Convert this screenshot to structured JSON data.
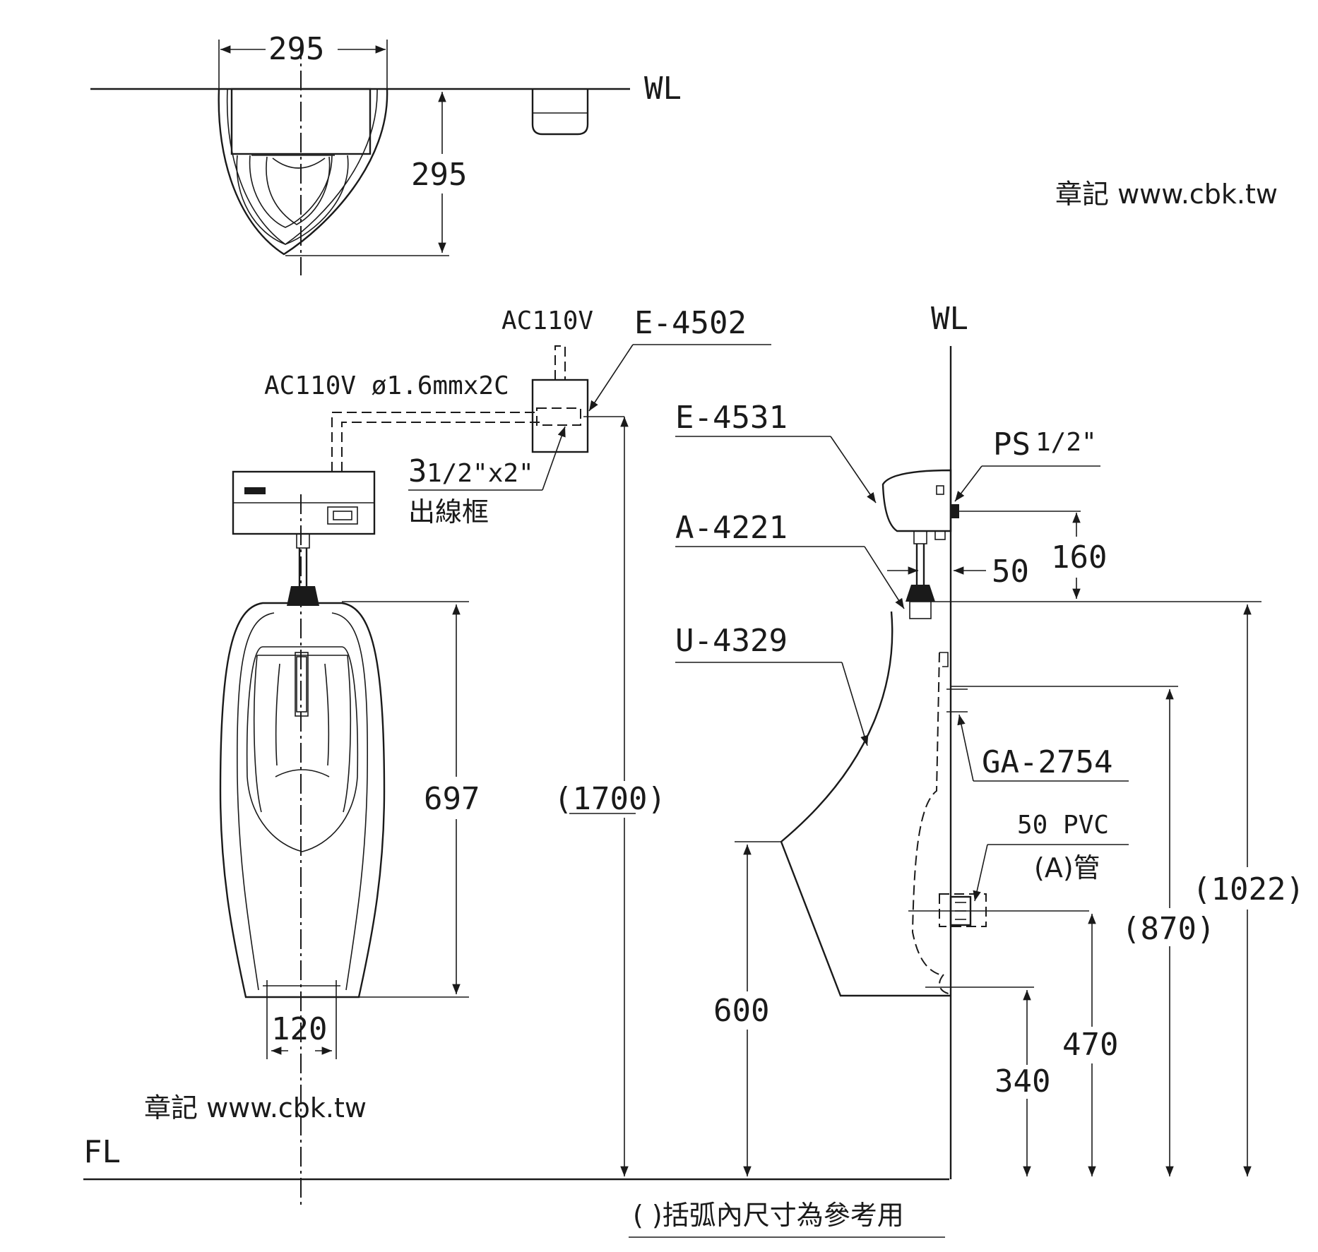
{
  "top_view": {
    "width_dim": "295",
    "depth_dim": "295",
    "wall_label": "WL"
  },
  "watermarks": {
    "top_right": "章記 www.cbk.tw",
    "bottom_left": "章記 www.cbk.tw"
  },
  "front_view": {
    "power_label": "AC110V",
    "wiring_label": "AC110V ø1.6mmx2C",
    "part_box": "E-4502",
    "box_size_int": "3",
    "box_size_frac": "1/2\"x2\"",
    "box_name": "出線框",
    "height_total": "(1700)",
    "bowl_height": "697",
    "outlet_spacing": "120",
    "floor_label": "FL"
  },
  "side_view": {
    "wall_label": "WL",
    "sensor_part": "E-4531",
    "supply_pipe": "PS",
    "supply_pipe_size": "1/2\"",
    "valve_part": "A-4221",
    "urinal_part": "U-4329",
    "offset_dim": "50",
    "sensor_drop": "160",
    "trap_part": "GA-2754",
    "drain_pipe": "50 PVC",
    "drain_pipe_note": "(A)管",
    "rim_height": "600",
    "outlet_height": "340",
    "drain_height": "470",
    "hanger_height": "(870)",
    "top_height": "(1022)"
  },
  "footnote": "(   )括弧內尺寸為參考用"
}
